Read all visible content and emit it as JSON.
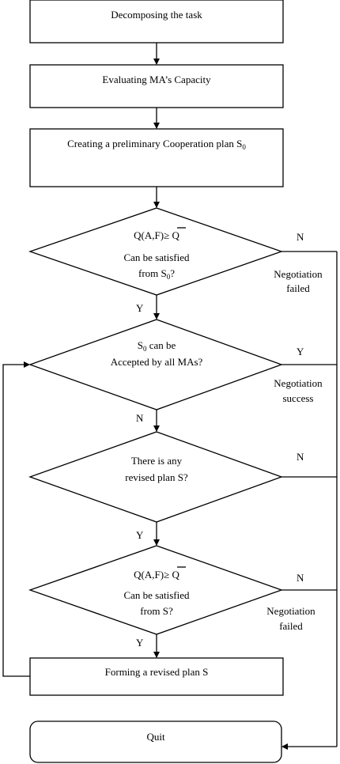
{
  "boxes": {
    "decompose": "Decomposing the task",
    "evaluate": "Evaluating MA’s Capacity",
    "create_plan": "Creating a preliminary Cooperation plan S",
    "create_plan_sub": "0",
    "forming": "Forming a revised plan S",
    "quit": "Quit"
  },
  "decisions": {
    "d1": {
      "formula": "Q(A,F)≥ Q",
      "line2": "Can be satisfied",
      "line3": "from S",
      "line3_sub": "0",
      "line3_end": "?"
    },
    "d2": {
      "line1": "S",
      "line1_sub": "0",
      "line1_end": " can be",
      "line2": "Accepted by all MAs?"
    },
    "d3": {
      "line1": "There is any",
      "line2": "revised plan S?"
    },
    "d4": {
      "formula": "Q(A,F)≥ Q",
      "line2": "Can be satisfied",
      "line3": "from S?"
    }
  },
  "branches": {
    "d1_no": "N",
    "d1_yes": "Y",
    "d2_yes": "Y",
    "d2_no": "N",
    "d3_no": "N",
    "d3_yes": "Y",
    "d4_no": "N",
    "d4_yes": "Y"
  },
  "notes": {
    "neg_failed_1_a": "Negotiation",
    "neg_failed_1_b": "failed",
    "neg_success_a": "Negotiation",
    "neg_success_b": "success",
    "neg_failed_2_a": "Negotiation",
    "neg_failed_2_b": "failed"
  }
}
